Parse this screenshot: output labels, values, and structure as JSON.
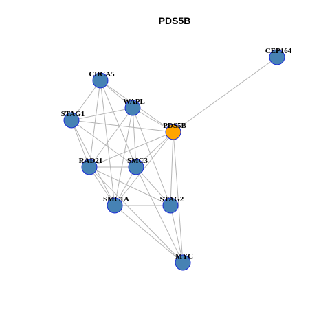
{
  "title": "PDS5B",
  "colors": {
    "node_default": "#4682b4",
    "node_highlight": "#ffa500",
    "node_border": "#1a2bd6",
    "edge": "#b4b4b4",
    "label": "#000000"
  },
  "nodes": [
    {
      "id": "CEP164",
      "label": "CEP164",
      "highlight": false
    },
    {
      "id": "CDCA5",
      "label": "CDCA5",
      "highlight": false
    },
    {
      "id": "WAPL",
      "label": "WAPL",
      "highlight": false
    },
    {
      "id": "STAG1",
      "label": "STAG1",
      "highlight": false
    },
    {
      "id": "PDS5B",
      "label": "PDS5B",
      "highlight": true
    },
    {
      "id": "RAD21",
      "label": "RAD21",
      "highlight": false
    },
    {
      "id": "SMC3",
      "label": "SMC3",
      "highlight": false
    },
    {
      "id": "SMC1A",
      "label": "SMC1A",
      "highlight": false
    },
    {
      "id": "STAG2",
      "label": "STAG2",
      "highlight": false
    },
    {
      "id": "MYC",
      "label": "MYC",
      "highlight": false
    }
  ],
  "edges": [
    [
      "CEP164",
      "PDS5B"
    ],
    [
      "CDCA5",
      "WAPL"
    ],
    [
      "CDCA5",
      "STAG1"
    ],
    [
      "CDCA5",
      "PDS5B"
    ],
    [
      "CDCA5",
      "RAD21"
    ],
    [
      "CDCA5",
      "SMC3"
    ],
    [
      "CDCA5",
      "SMC1A"
    ],
    [
      "WAPL",
      "STAG1"
    ],
    [
      "WAPL",
      "PDS5B"
    ],
    [
      "WAPL",
      "RAD21"
    ],
    [
      "WAPL",
      "SMC3"
    ],
    [
      "WAPL",
      "SMC1A"
    ],
    [
      "WAPL",
      "STAG2"
    ],
    [
      "STAG1",
      "PDS5B"
    ],
    [
      "STAG1",
      "RAD21"
    ],
    [
      "STAG1",
      "SMC3"
    ],
    [
      "STAG1",
      "SMC1A"
    ],
    [
      "PDS5B",
      "RAD21"
    ],
    [
      "PDS5B",
      "SMC3"
    ],
    [
      "PDS5B",
      "SMC1A"
    ],
    [
      "PDS5B",
      "STAG2"
    ],
    [
      "PDS5B",
      "MYC"
    ],
    [
      "RAD21",
      "SMC3"
    ],
    [
      "RAD21",
      "SMC1A"
    ],
    [
      "RAD21",
      "STAG2"
    ],
    [
      "RAD21",
      "MYC"
    ],
    [
      "SMC3",
      "SMC1A"
    ],
    [
      "SMC3",
      "STAG2"
    ],
    [
      "SMC3",
      "MYC"
    ],
    [
      "SMC1A",
      "STAG2"
    ],
    [
      "SMC1A",
      "MYC"
    ],
    [
      "STAG2",
      "MYC"
    ]
  ]
}
